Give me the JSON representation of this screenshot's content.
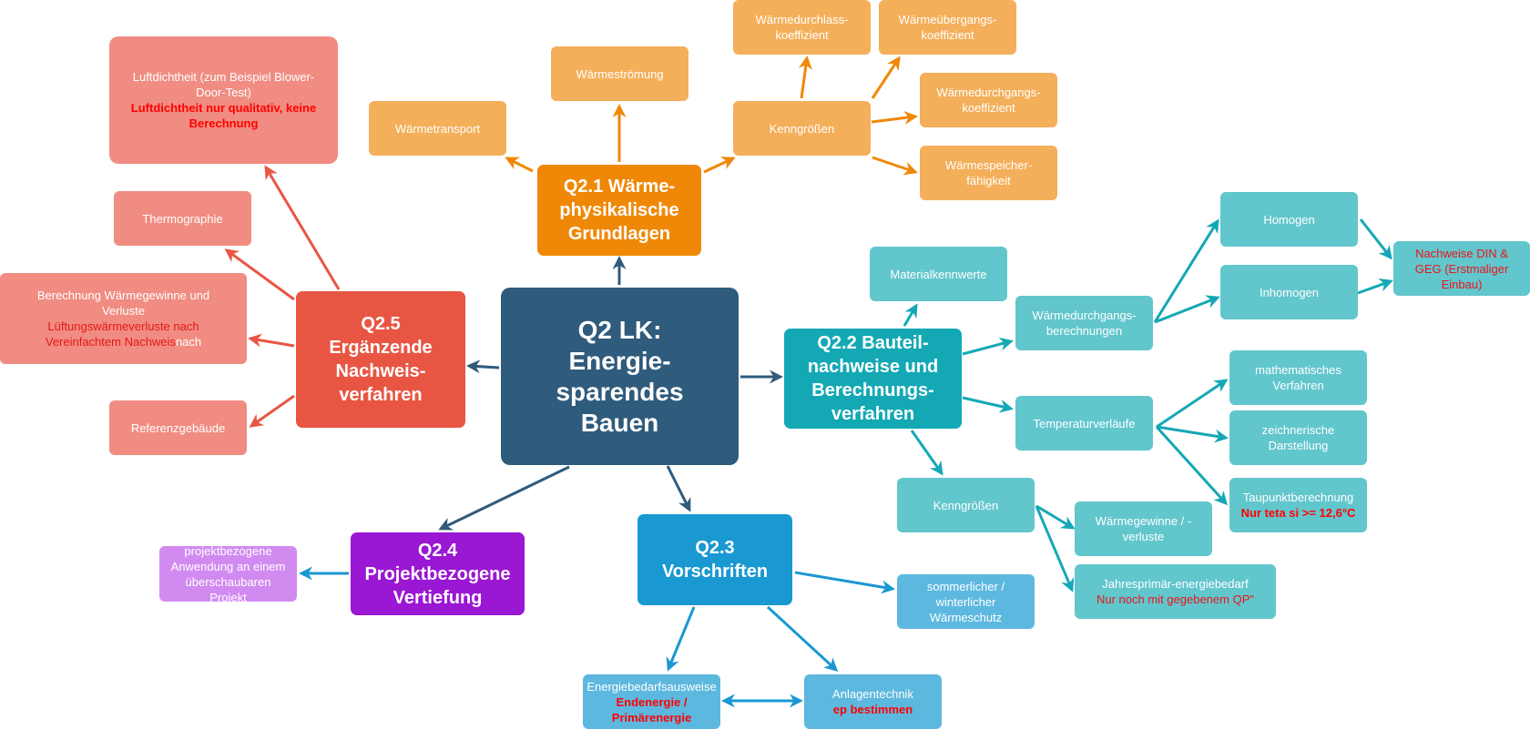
{
  "colors": {
    "center": "#2f5b7c",
    "q21": "#ef8807",
    "q21_sub": "#f4af5a",
    "q22": "#14a8b5",
    "q22_sub": "#62c6cd",
    "q23": "#1a98d1",
    "q23_sub": "#5db8df",
    "q24": "#9a17d3",
    "q24_sub": "#d18bf0",
    "q25": "#e85643",
    "q25_sub": "#f08c81",
    "note_red": "#ff0000"
  },
  "center": {
    "title": "Q2 LK: Energie-sparendes Bauen"
  },
  "q21": {
    "title": "Q2.1 Wärme-physikalische Grundlagen",
    "waermetransport": "Wärmetransport",
    "waermestroemung": "Wärmeströmung",
    "kenngroessen": "Kenngrößen",
    "waermedurchlass": "Wärmedurchlass-koeffizient",
    "waermeuebergang": "Wärmeübergangs-koeffizient",
    "waermedurchgang": "Wärmedurchgangs-koeffizient",
    "waermespeicher": "Wärmespeicher-fähigkeit"
  },
  "q22": {
    "title": "Q2.2 Bauteil-nachweise und Berechnungs-verfahren",
    "materialkennwerte": "Materialkennwerte",
    "waermedurchgangsberechnungen": "Wärmedurchgangs-berechnungen",
    "homogen": "Homogen",
    "inhomogen": "Inhomogen",
    "nachweise": "Nachweise DIN & GEG (Erstmaliger Einbau)",
    "temperaturverlaeufe": "Temperaturverläufe",
    "mathematisch": "mathematisches Verfahren",
    "zeichnerisch": "zeichnerische Darstellung",
    "taupunkt": "Taupunktberechnung",
    "taupunkt_note": "Nur teta si >= 12,6°C",
    "kenngroessen": "Kenngrößen",
    "waermegewinne": "Wärmegewinne / -verluste",
    "jahresprimaer": "Jahresprimär-energiebedarf",
    "jahresprimaer_note": "Nur noch mit gegebenem QP\""
  },
  "q23": {
    "title": "Q2.3 Vorschriften",
    "waermeschutz": "sommerlicher / winterlicher Wärmeschutz",
    "energieausweise": "Energiebedarfsausweise",
    "energieausweise_note": "Endenergie / Primärenergie",
    "anlagentechnik": "Anlagentechnik",
    "anlagentechnik_note": "ep bestimmen"
  },
  "q24": {
    "title": "Q2.4 Projektbezogene Vertiefung",
    "anwendung": "projektbezogene Anwendung an einem überschaubaren Projekt"
  },
  "q25": {
    "title": "Q2.5 Ergänzende Nachweis-verfahren",
    "luftdichtheit": "Luftdichtheit (zum Beispiel Blower-Door-Test)",
    "luftdichtheit_note": "Luftdichtheit nur qualitativ, keine Berechnung",
    "thermographie": "Thermographie",
    "berechnung": "Berechnung Wärmegewinne und Verluste",
    "berechnung_note": "Lüftungswärmeverluste  nach Vereinfachtem Nachweis",
    "berechnung_tail": "nach",
    "referenzgebaeude": "Referenzgebäude"
  }
}
